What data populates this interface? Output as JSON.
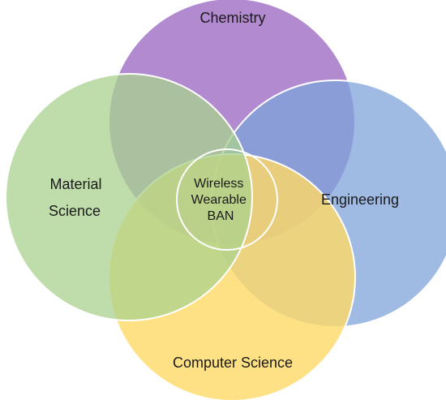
{
  "diagram": {
    "type": "venn",
    "sets": [
      {
        "id": "chemistry",
        "label": "Chemistry",
        "color": "#a070c4"
      },
      {
        "id": "engineering",
        "label": "Engineering",
        "color": "#7fa3d9"
      },
      {
        "id": "computer_science",
        "label": "Computer Science",
        "color": "#ffd966"
      },
      {
        "id": "material_science",
        "label_lines": [
          "Material",
          "Science"
        ],
        "color": "#a9d18e"
      }
    ],
    "center": {
      "label_lines": [
        "Wireless",
        "Wearable",
        "BAN"
      ]
    }
  }
}
